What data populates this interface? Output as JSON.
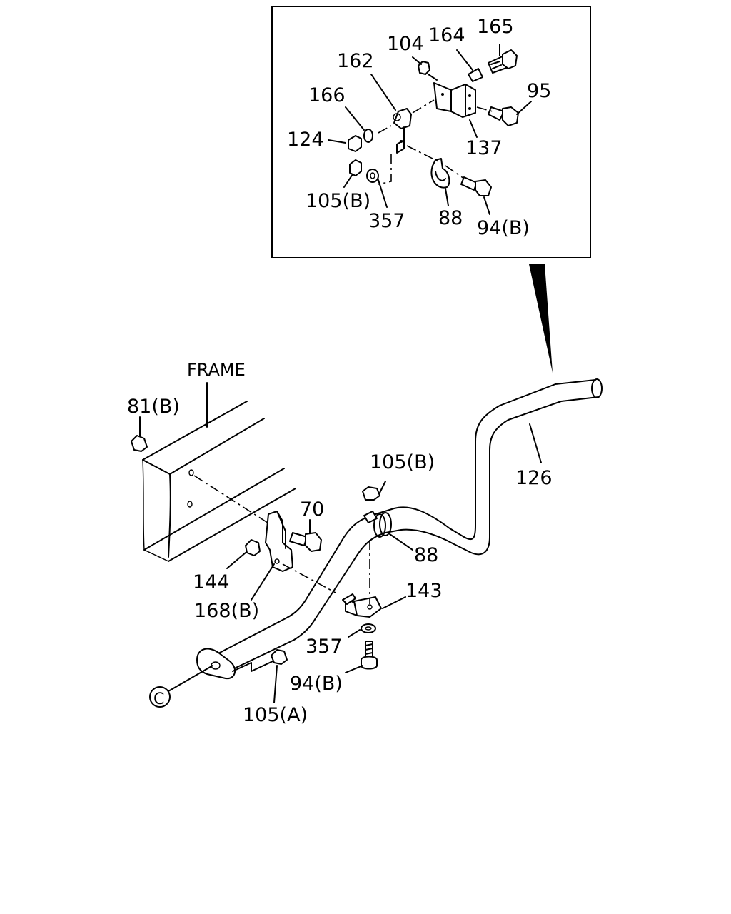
{
  "labels": {
    "inset": {
      "p165": "165",
      "p164": "164",
      "p104": "104",
      "p162": "162",
      "p166": "166",
      "p95": "95",
      "p124": "124",
      "p137": "137",
      "p105b": "105(B)",
      "p357": "357",
      "p88": "88",
      "p94b": "94(B)"
    },
    "main": {
      "frame": "FRAME",
      "p81b": "81(B)",
      "p105b": "105(B)",
      "p126": "126",
      "p70": "70",
      "p88": "88",
      "p144": "144",
      "p168b": "168(B)",
      "p143": "143",
      "p357": "357",
      "p94b": "94(B)",
      "p105a": "105(A)",
      "connector": "C"
    }
  }
}
